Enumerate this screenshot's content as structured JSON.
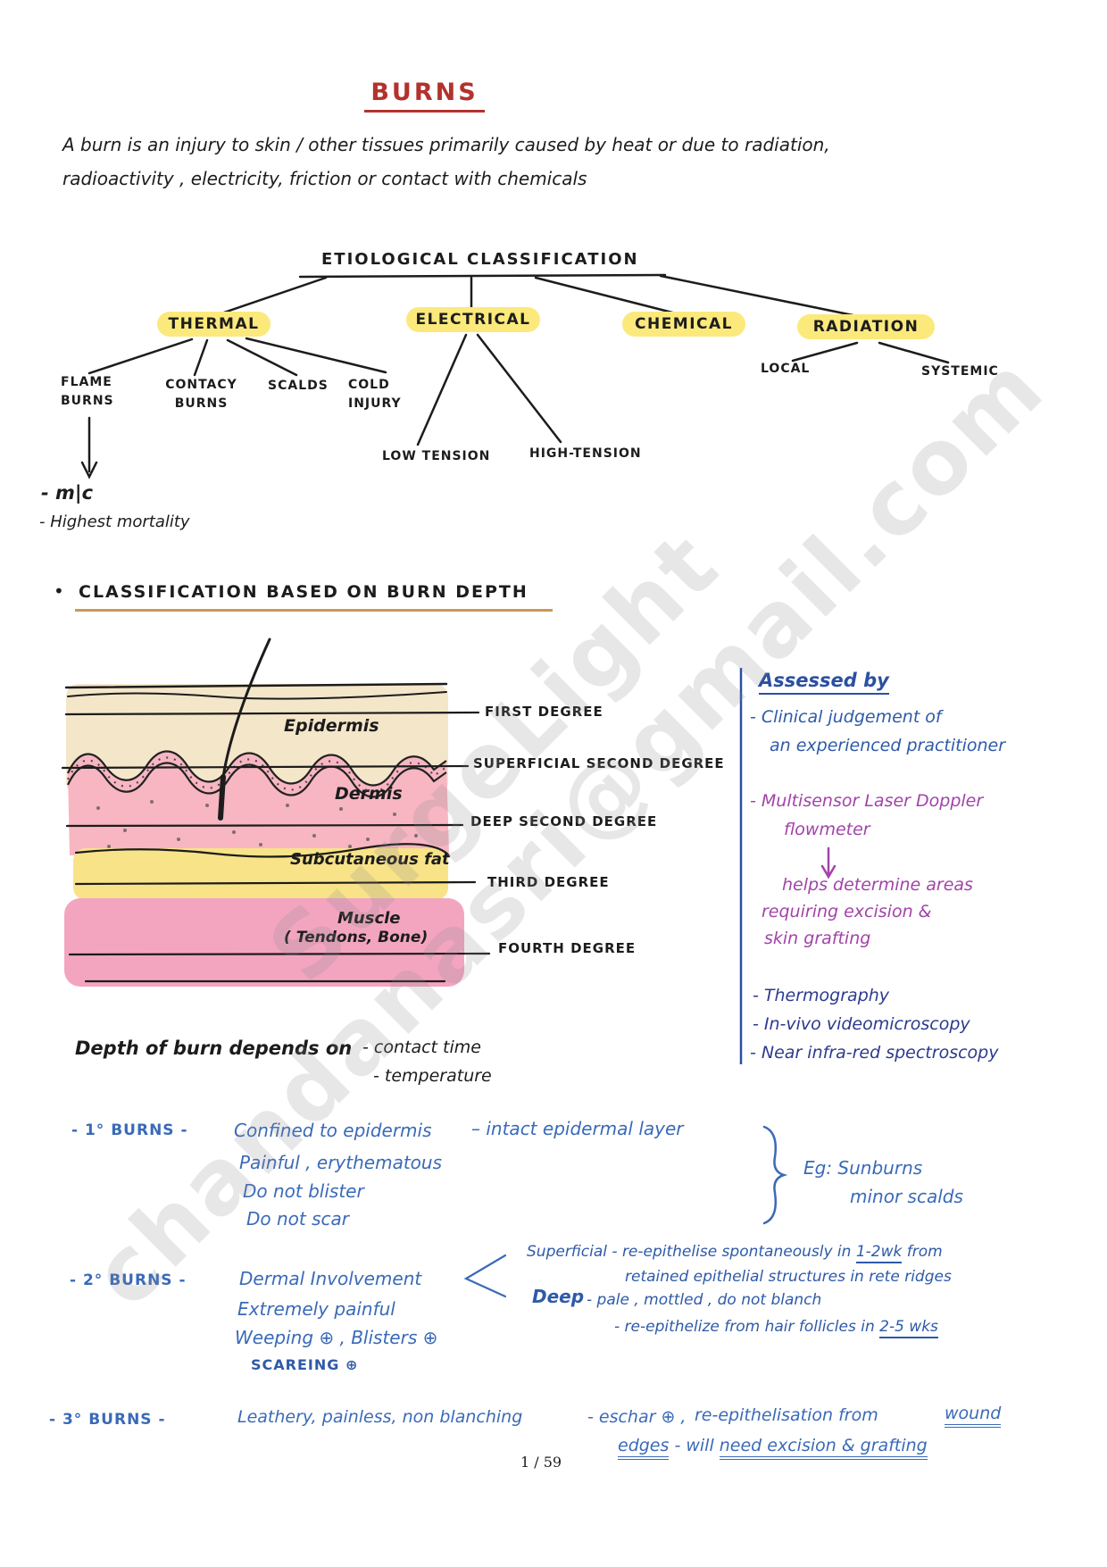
{
  "title": "BURNS",
  "intro": {
    "line1": "A burn is an injury to skin / other tissues primarily caused by heat or due to radiation,",
    "line2": "radioactivity , electricity, friction or contact with chemicals"
  },
  "etiology": {
    "root": "ETIOLOGICAL CLASSIFICATION",
    "categories": [
      "THERMAL",
      "ELECTRICAL",
      "CHEMICAL",
      "RADIATION"
    ],
    "thermal_children": [
      "FLAME BURNS",
      "CONTACY BURNS",
      "SCALDS",
      "COLD INJURY"
    ],
    "electrical_children": [
      "LOW TENSION",
      "HIGH-TENSION"
    ],
    "radiation_children": [
      "LOCAL",
      "SYSTEMIC"
    ],
    "flame_notes": [
      "- m|c",
      "- Highest mortality"
    ]
  },
  "depth_section": {
    "bullet": "•",
    "heading": "CLASSIFICATION BASED ON BURN DEPTH",
    "degree_labels": [
      "FIRST DEGREE",
      "SUPERFICIAL SECOND DEGREE",
      "DEEP SECOND DEGREE",
      "THIRD DEGREE",
      "FOURTH DEGREE"
    ],
    "layers": [
      "Epidermis",
      "Dermis",
      "Subcutaneous fat",
      "Muscle",
      "( Tendons, Bone)"
    ]
  },
  "assessed": {
    "title": "Assessed by",
    "clinical": [
      "- Clinical judgement of",
      "an experienced practitioner"
    ],
    "doppler": [
      "- Multisensor Laser Doppler",
      "flowmeter"
    ],
    "doppler_note": [
      "helps determine areas",
      "requiring excision &",
      "skin grafting"
    ],
    "others": [
      "- Thermography",
      "- In-vivo videomicroscopy",
      "- Near infra-red spectroscopy"
    ]
  },
  "depth_factors": {
    "label": "Depth of burn depends on",
    "factors": [
      "- contact time",
      "- temperature"
    ]
  },
  "first_degree": {
    "heading": "- 1° BURNS -",
    "line1a": "Confined to epidermis",
    "line1b": "– intact epidermal layer",
    "line2": "Painful , erythematous",
    "line3": "Do not blister",
    "line4": "Do not scar",
    "eg1": "Eg:  Sunburns",
    "eg2": "minor scalds"
  },
  "second_degree": {
    "heading": "- 2° BURNS -",
    "main": "Dermal Involvement",
    "line2": "Extremely painful",
    "line3": "Weeping ⊕ , Blisters ⊕",
    "line4": "SCAREING ⊕",
    "sup_pre": "Superficial - re-epithelise spontaneously in ",
    "sup_u": "1-2wk",
    "sup_post": " from",
    "sup_line2": "retained epithelial structures in rete ridges",
    "deep_label": "Deep",
    "deep_line1": "- pale , mottled , do not blanch",
    "deep2_pre": "- re-epithelize from hair follicles in ",
    "deep2_u": "2-5 wks"
  },
  "third_degree": {
    "heading": "- 3° BURNS -",
    "t1": "Leathery,  painless,  non blanching",
    "t2": "- eschar ⊕ ,",
    "t3": "re-epithelisation from",
    "t3_u": "wound",
    "l2_u1": "edges",
    "l2_mid": " -  will ",
    "l2_u2": "need excision & grafting"
  },
  "page_number": "1 / 59",
  "watermark": "SurgeLight  chandanasri@gmail.com",
  "colors": {
    "title_red": "#b3322d",
    "highlight_yellow": "#fbe97c",
    "underline_tan": "#c89a55",
    "ink_blue": "#3a6ab8",
    "ink_navy": "#2c3a8e",
    "ink_purple": "#a243a8",
    "epidermis_cream": "#f4e6c9",
    "dermis_pink": "#f7b6c2",
    "fat_yellow": "#f8e388",
    "muscle_pink": "#f3a5c0"
  }
}
